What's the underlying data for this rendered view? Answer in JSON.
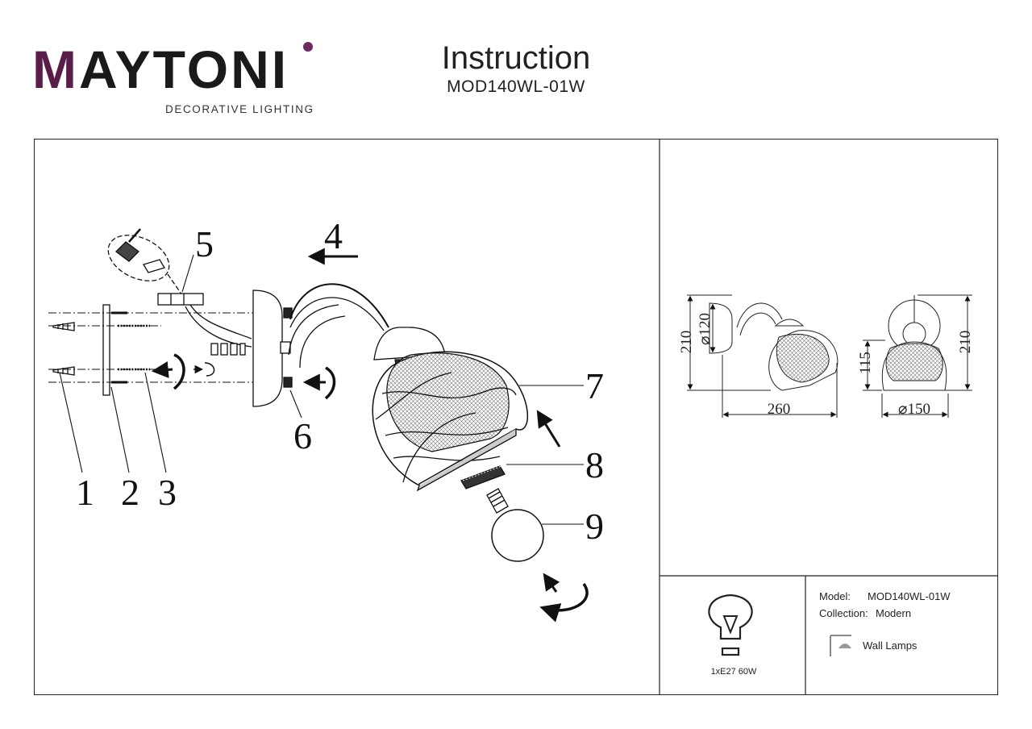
{
  "header": {
    "brand_prefix": "M",
    "brand_rest": "AYTONI",
    "brand_tagline": "DECORATIVE LIGHTING",
    "title": "Instruction",
    "model_code": "MOD140WL-01W"
  },
  "assembly": {
    "callouts": [
      "1",
      "2",
      "3",
      "4",
      "5",
      "6",
      "7",
      "8",
      "9"
    ]
  },
  "dimensions": {
    "side_height": "210",
    "side_canopy": "⌀120",
    "side_depth": "260",
    "front_height": "210",
    "front_shade_height": "115",
    "front_diameter": "⌀150"
  },
  "specs": {
    "bulb_caption": "1xE27 60W",
    "model_label": "Model:",
    "model_value": "MOD140WL-01W",
    "collection_label": "Collection:",
    "collection_value": "Modern",
    "category": "Wall Lamps"
  },
  "icons": {
    "bulb": "light-bulb-icon",
    "category": "wall-lamp-icon",
    "turn": "rotate-arrow-icon"
  },
  "colors": {
    "brand_accent": "#5a1d4a",
    "line": "#111111"
  }
}
